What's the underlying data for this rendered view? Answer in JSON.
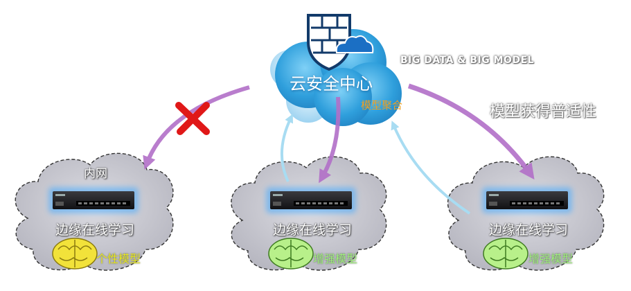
{
  "center": {
    "title": "云安全中心",
    "aggregation_label": "模型聚合",
    "icon": "firewall-cloud-icon"
  },
  "banner": "BIG DATA & BIG MODEL",
  "generalization_note": "模型获得普适性",
  "nodes": [
    {
      "lan_label": "内网",
      "edge_label": "边缘在线学习",
      "model_label": "个性模型",
      "brain_color": "#f2e23a",
      "model_color": "#e8e820"
    },
    {
      "edge_label": "边缘在线学习",
      "model_label": "增强模型",
      "brain_color": "#b8f08a",
      "model_color": "#9ef07a"
    },
    {
      "edge_label": "边缘在线学习",
      "model_label": "增强模型",
      "brain_color": "#b8f08a",
      "model_color": "#9ef07a"
    }
  ],
  "colors": {
    "cloud_blue": "#38a8e0",
    "cloud_light": "#a9d8f2",
    "arrow_purple": "#b270c8",
    "arrow_blue": "#a8dcf2",
    "blocked_x": "#e01818",
    "edge_cloud": "#c9c9d1"
  }
}
